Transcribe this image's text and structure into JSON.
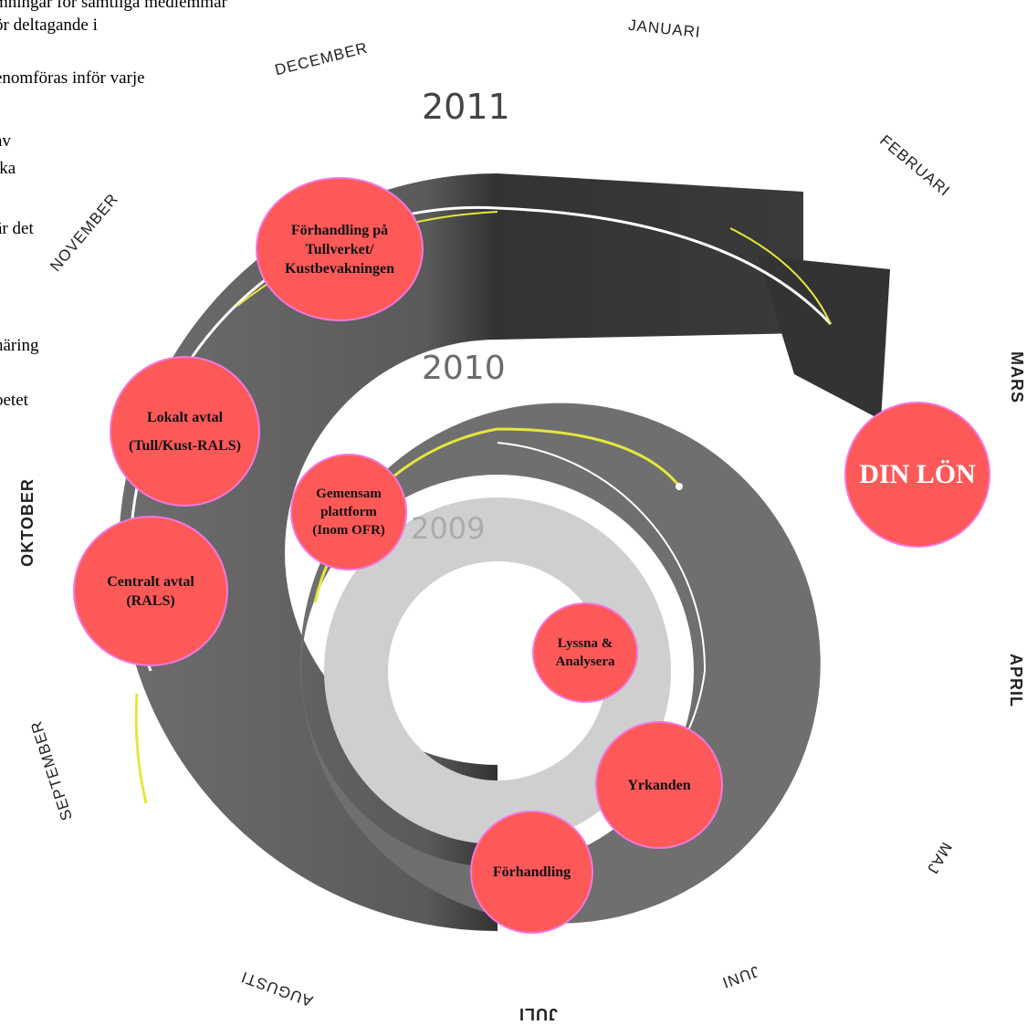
{
  "left_text_fragments": [
    "mningar för samtliga medlemmar",
    "ör deltagande i",
    "enomföras inför varje",
    "av",
    "ika",
    "är det",
    "näring",
    "betet",
    "."
  ],
  "months": {
    "januari": "JANUARI",
    "februari": "FEBRUARI",
    "mars": "MARS",
    "april": "APRIL",
    "maj": "MAJ",
    "juni": "JUNI",
    "juli": "JULI",
    "augusti": "AUGUSTI",
    "september": "SEPTEMBER",
    "oktober": "OKTOBER",
    "november": "NOVEMBER",
    "december": "DECEMBER"
  },
  "years": {
    "y2011": "2011",
    "y2010": "2010",
    "y2009": "2009"
  },
  "bubbles": {
    "forhandling_tullverket": [
      "Förhandling på",
      "Tullverket/",
      "Kustbevakningen"
    ],
    "lokalt_avtal": [
      "Lokalt avtal",
      "(Tull/Kust-RALS)"
    ],
    "gemensam_plattform": [
      "Gemensam",
      "plattform",
      "(Inom OFR)"
    ],
    "centralt_avtal": [
      "Centralt avtal",
      "(RALS)"
    ],
    "lyssna_analysera": [
      "Lyssna &",
      "Analysera"
    ],
    "yrkanden": [
      "Yrkanden"
    ],
    "forhandling": [
      "Förhandling"
    ],
    "din_lon": [
      "DIN LÖN"
    ]
  },
  "colors": {
    "bubble_fill": "#fd5959",
    "bubble_border": "#f276e0",
    "ring_dark": "#3a3a3a",
    "ring_mid": "#6b6b6b",
    "ring_light": "#c8c8c8",
    "highlight_line": "#e6e63c"
  }
}
